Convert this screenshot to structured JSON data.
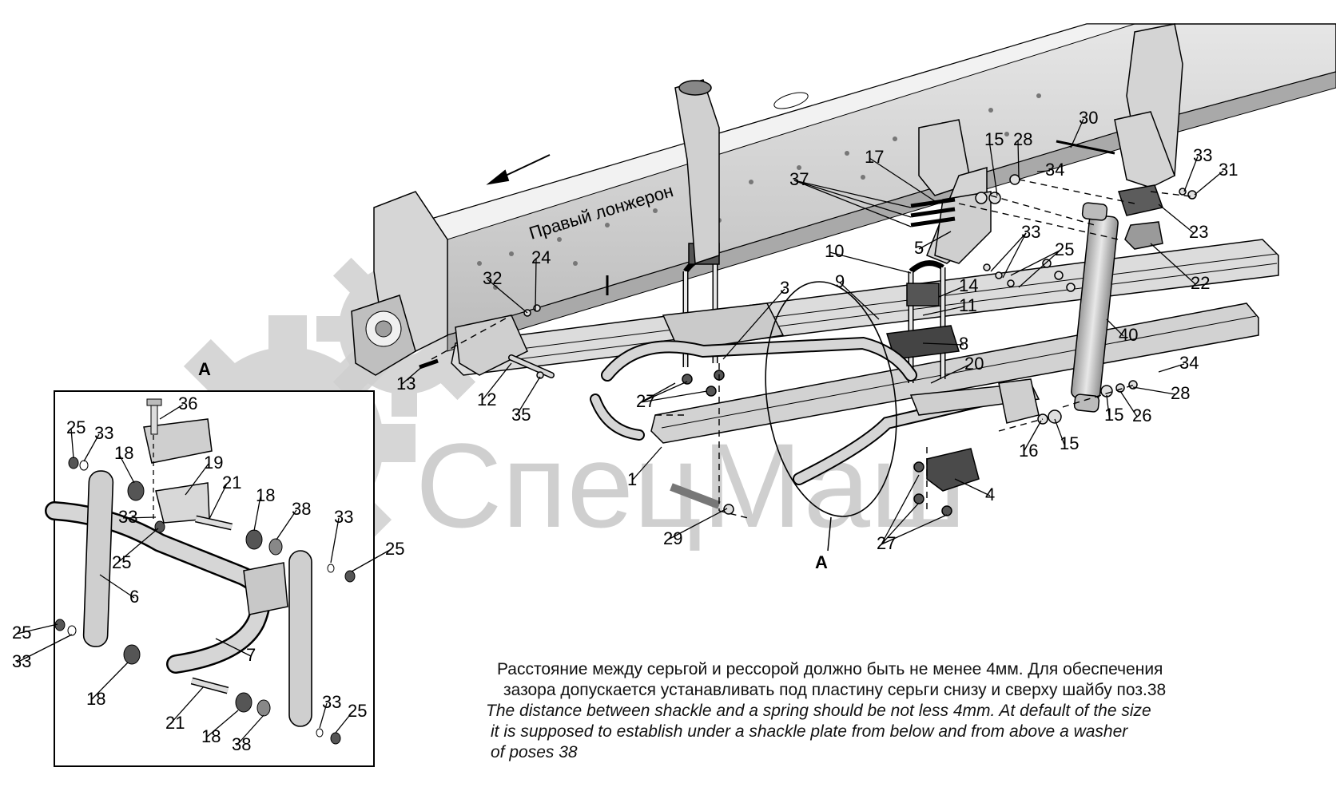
{
  "rail_label": "Правый лонжерон",
  "watermark_text": "СпецМаш",
  "view_label": "А",
  "inset_label": "А",
  "note": {
    "ru_line1": "Расстояние между серьгой и рессорой должно быть не менее 4мм. Для обеспечения",
    "ru_line2": "зазора допускается устанавливать под пластину серьги снизу и сверху шайбу поз.38",
    "en_line1": "The distance between shackle and a spring should be not less 4mm. At default of the size",
    "en_line2": "it is supposed to establish under a shackle plate from below and from above a washer",
    "en_line3": "of poses 38"
  },
  "callouts": [
    "1",
    "3",
    "4",
    "5",
    "8",
    "9",
    "10",
    "11",
    "12",
    "13",
    "14",
    "15",
    "16",
    "17",
    "20",
    "22",
    "23",
    "24",
    "25",
    "26",
    "27",
    "28",
    "29",
    "30",
    "31",
    "32",
    "33",
    "34",
    "35",
    "37",
    "40"
  ],
  "inset_callouts": [
    "6",
    "7",
    "18",
    "19",
    "21",
    "25",
    "33",
    "36",
    "38"
  ],
  "colors": {
    "line": "#000000",
    "metal": "#c8c8c8",
    "metal_dark": "#8a8a8a",
    "watermark": "#bdbdbd"
  }
}
